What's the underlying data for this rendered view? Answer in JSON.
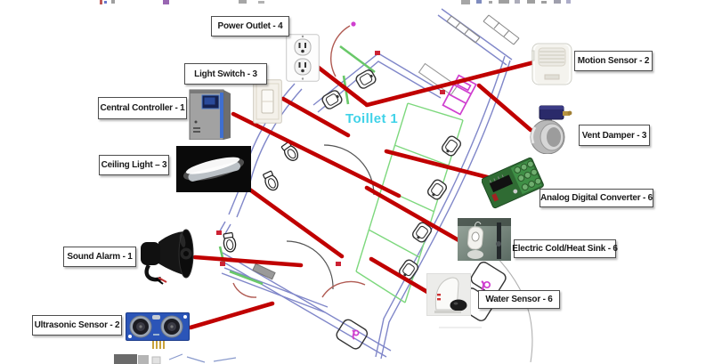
{
  "diagram": {
    "type": "smart-restroom device placement diagram",
    "room_label": "Toillet 1",
    "room_label_color": "#3fd2e8",
    "annotation_line_color": "#c00000",
    "wall_color": "#8087c9",
    "stall_color": "#7dd87d"
  },
  "devices": [
    {
      "id": "power-outlet",
      "label": "Power Outlet - 4"
    },
    {
      "id": "light-switch",
      "label": "Light Switch - 3"
    },
    {
      "id": "central-controller",
      "label": "Central Controller - 1"
    },
    {
      "id": "ceiling-light",
      "label": "Ceiling Light – 3"
    },
    {
      "id": "sound-alarm",
      "label": "Sound Alarm - 1"
    },
    {
      "id": "ultrasonic-sensor",
      "label": "Ultrasonic Sensor - 2"
    },
    {
      "id": "motion-sensor",
      "label": "Motion Sensor - 2"
    },
    {
      "id": "vent-damper",
      "label": "Vent Damper - 3"
    },
    {
      "id": "analog-digital-converter",
      "label": "Analog Digital Converter - 6"
    },
    {
      "id": "electric-cold-heat-sink",
      "label": "Electric Cold/Heat Sink - 6"
    },
    {
      "id": "water-sensor",
      "label": "Water Sensor - 6"
    }
  ]
}
